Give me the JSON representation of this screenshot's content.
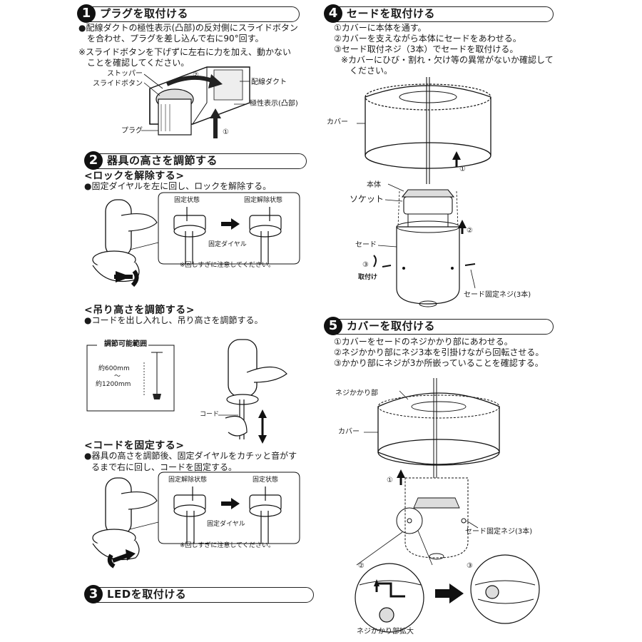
{
  "s1": {
    "num": "1",
    "title": "プラグを取付ける",
    "line1": "●配線ダクトの極性表示(凸部)の反対側にスライドボタン",
    "line2": "を合わせ、プラグを差し込んで右に90°回す。",
    "warn1": "※スライドボタンを下げずに左右に力を加え、動かない",
    "warn2": "ことを確認してください。",
    "lbl_stopper": "ストッパー",
    "lbl_slide": "スライドボタン",
    "lbl_step2": "②",
    "lbl_duct": "配線ダクト",
    "lbl_polarity": "極性表示(凸部)",
    "lbl_plug": "プラグ",
    "lbl_step1": "①"
  },
  "s2": {
    "num": "2",
    "title": "器具の高さを調節する",
    "unlock_title": "<ロックを解除する>",
    "unlock_text": "●固定ダイヤルを左に回し、ロックを解除する。",
    "state_fixed": "固定状態",
    "state_released": "固定解除状態",
    "lbl_dial": "固定ダイヤル",
    "note_overturn": "※回しすぎに注意してください。",
    "height_title": "<吊り高さを調節する>",
    "height_text": "●コードを出し入れし、吊り高さを調節する。",
    "range_title": "調節可能範囲",
    "range_min": "約600mm",
    "range_tilde": "〜",
    "range_max": "約1200mm",
    "lbl_cord": "コード",
    "fix_title": "<コードを固定する>",
    "fix_text1": "●器具の高さを調節後、固定ダイヤルをカチッと音がす",
    "fix_text2": "るまで右に回し、コードを固定する。",
    "state_released2": "固定解除状態",
    "state_fixed2": "固定状態",
    "lbl_dial2": "固定ダイヤル",
    "note_overturn2": "※回しすぎに注意してください。"
  },
  "s3": {
    "num": "3",
    "title": "LEDを取付ける"
  },
  "s4": {
    "num": "4",
    "title": "セードを取付ける",
    "line1": "①カバーに本体を通す。",
    "line2": "②カバーを支えながら本体にセードをあわせる。",
    "line3": "③セード取付ネジ（3本）でセードを取付ける。",
    "line4": "※カバーにひび・割れ・欠け等の異常がないか確認して",
    "line5": "ください。",
    "lbl_cover": "カバー",
    "lbl_step1": "①",
    "lbl_body": "本体",
    "lbl_socket": "ソケット",
    "lbl_step2": "②",
    "lbl_shade": "セード",
    "lbl_step3": "③",
    "lbl_attach": "取付け",
    "lbl_screw": "セード固定ネジ(3本)"
  },
  "s5": {
    "num": "5",
    "title": "カバーを取付ける",
    "line1": "①カバーをセードのネジかかり部にあわせる。",
    "line2": "②ネジかかり部にネジ3本を引掛けながら回転させる。",
    "line3": "③かかり部にネジが3か所嵌っていることを確認する。",
    "lbl_hook": "ネジかかり部",
    "lbl_cover": "カバー",
    "lbl_step1": "①",
    "lbl_screw": "セード固定ネジ(3本)",
    "lbl_step2": "②",
    "lbl_step3": "③",
    "lbl_zoom": "ネジかかり部拡大"
  }
}
